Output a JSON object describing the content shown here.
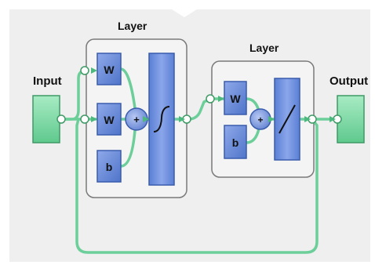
{
  "diagram": {
    "input_label": "Input",
    "output_label": "Output",
    "layer1": {
      "title": "Layer",
      "weight_labels": [
        "W",
        "W"
      ],
      "bias_label": "b",
      "sum_symbol": "+"
    },
    "layer2": {
      "title": "Layer",
      "weight_label": "W",
      "bias_label": "b",
      "sum_symbol": "+"
    }
  },
  "colors": {
    "background": "#ffffff",
    "panel": "#efefef",
    "layer_box_fill": "#f2f2f2",
    "layer_box_stroke": "#777777",
    "io_block": "#7dd9a4",
    "weight_block": "#6b8fdc",
    "connector": "#6ccf9a",
    "node": "#ffffff"
  },
  "icons": {
    "transfer_layer1": "tansig-curve-icon",
    "transfer_layer2": "purelin-line-icon",
    "top_notch": "chevron-down-shape"
  }
}
